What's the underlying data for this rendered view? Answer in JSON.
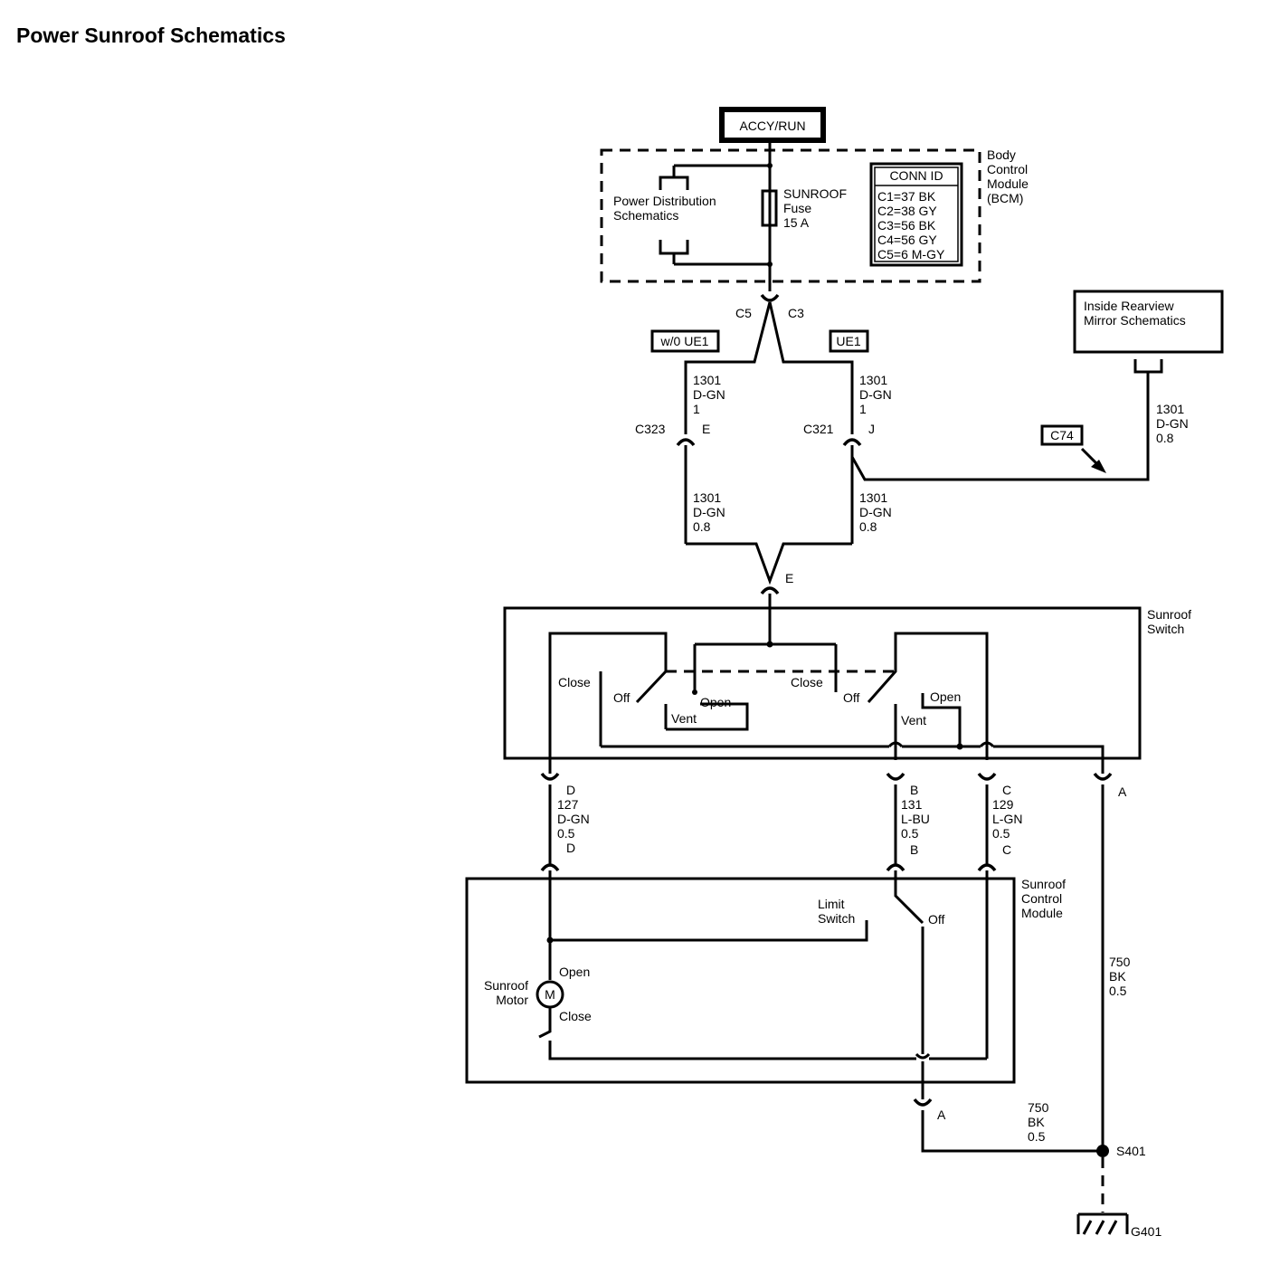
{
  "page": {
    "title": "Power Sunroof Schematics"
  },
  "power": {
    "source": "ACCY/RUN"
  },
  "bcm": {
    "name": [
      "Body",
      "Control",
      "Module",
      "(BCM)"
    ],
    "pds": [
      "Power Distribution",
      "Schematics"
    ],
    "fuse": [
      "SUNROOF",
      "Fuse",
      "15 A"
    ],
    "conn_title": "CONN ID",
    "conn_ids": [
      "C1=37 BK",
      "C2=38 GY",
      "C3=56 BK",
      "C4=56 GY",
      "C5=6 M-GY"
    ]
  },
  "connectors": {
    "c5": "C5",
    "c3": "C3",
    "c323": "C323",
    "c321": "C321",
    "c74": "C74"
  },
  "options": {
    "left": "w/0 UE1",
    "right": "UE1"
  },
  "mirror": {
    "label": [
      "Inside Rearview",
      "Mirror Schematics"
    ]
  },
  "wires": {
    "w_left_top": [
      "1301",
      "D-GN",
      "1"
    ],
    "w_right_top": [
      "1301",
      "D-GN",
      "1"
    ],
    "w_left_bot": [
      "1301",
      "D-GN",
      "0.8"
    ],
    "w_right_bot": [
      "1301",
      "D-GN",
      "0.8"
    ],
    "w_mirror": [
      "1301",
      "D-GN",
      "0.8"
    ],
    "w127": [
      "127",
      "D-GN",
      "0.5"
    ],
    "w131": [
      "131",
      "L-BU",
      "0.5"
    ],
    "w129": [
      "129",
      "L-GN",
      "0.5"
    ],
    "w750a": [
      "750",
      "BK",
      "0.5"
    ],
    "w750b": [
      "750",
      "BK",
      "0.5"
    ]
  },
  "pins": {
    "e": "E",
    "j": "J",
    "e_switch": "E",
    "d": "D",
    "b": "B",
    "c": "C",
    "a": "A"
  },
  "switch": {
    "name": [
      "Sunroof",
      "Switch"
    ],
    "close": "Close",
    "off": "Off",
    "open": "Open",
    "vent": "Vent"
  },
  "module": {
    "name": [
      "Sunroof",
      "Control",
      "Module"
    ],
    "limit": [
      "Limit",
      "Switch"
    ],
    "off": "Off",
    "motor": [
      "Sunroof",
      "Motor"
    ],
    "motor_symbol": "M",
    "open": "Open",
    "close": "Close"
  },
  "ground": {
    "splice": "S401",
    "ground": "G401"
  }
}
